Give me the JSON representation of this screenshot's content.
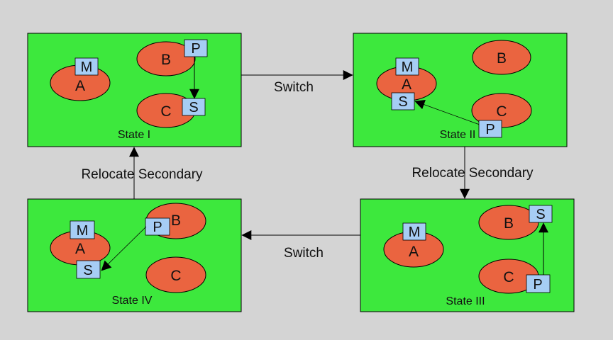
{
  "colors": {
    "background": "#d4d4d4",
    "state_fill": "#3de83d",
    "node_fill": "#ea6440",
    "replica_fill": "#a6cdf4",
    "line": "#000000"
  },
  "states": [
    {
      "id": "state-1",
      "label": "State I",
      "nodes": [
        {
          "name": "A",
          "replicas": [
            "M"
          ]
        },
        {
          "name": "B",
          "replicas": [
            "P"
          ]
        },
        {
          "name": "C",
          "replicas": [
            "S"
          ]
        }
      ],
      "move": {
        "from": "P",
        "to": "S"
      }
    },
    {
      "id": "state-2",
      "label": "State II",
      "nodes": [
        {
          "name": "A",
          "replicas": [
            "M",
            "S"
          ]
        },
        {
          "name": "B",
          "replicas": []
        },
        {
          "name": "C",
          "replicas": [
            "P"
          ]
        }
      ],
      "move": {
        "from": "P",
        "to": "S"
      }
    },
    {
      "id": "state-3",
      "label": "State III",
      "nodes": [
        {
          "name": "A",
          "replicas": [
            "M"
          ]
        },
        {
          "name": "B",
          "replicas": [
            "S"
          ]
        },
        {
          "name": "C",
          "replicas": [
            "P"
          ]
        }
      ],
      "move": {
        "from": "P",
        "to": "S"
      }
    },
    {
      "id": "state-4",
      "label": "State IV",
      "nodes": [
        {
          "name": "A",
          "replicas": [
            "M",
            "S"
          ]
        },
        {
          "name": "B",
          "replicas": [
            "P"
          ]
        },
        {
          "name": "C",
          "replicas": []
        }
      ],
      "move": {
        "from": "P",
        "to": "S"
      }
    }
  ],
  "transitions": [
    {
      "from": "State I",
      "to": "State II",
      "label": "Switch"
    },
    {
      "from": "State II",
      "to": "State III",
      "label": "Relocate Secondary"
    },
    {
      "from": "State III",
      "to": "State IV",
      "label": "Switch"
    },
    {
      "from": "State IV",
      "to": "State I",
      "label": "Relocate Secondary"
    }
  ]
}
